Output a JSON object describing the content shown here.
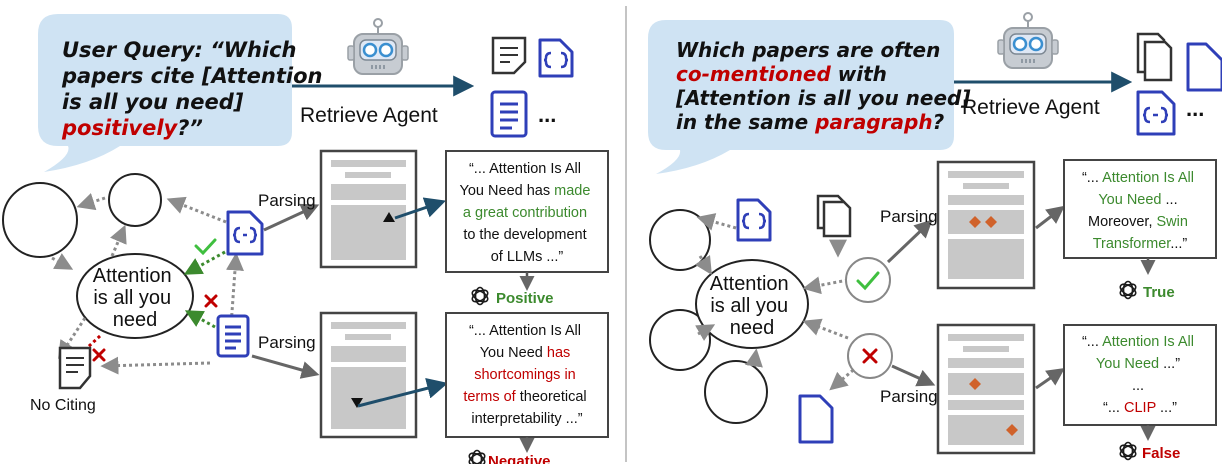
{
  "left": {
    "query": {
      "line1": "User Query: “Which",
      "line2": "papers cite [Attention",
      "line3": "is all you need]",
      "line4_em": "positively",
      "line4_rest": "?”"
    },
    "agent_label": "Retrieve Agent",
    "ellipsis": "...",
    "center_node": {
      "line1": "Attention",
      "line2": "is all you",
      "line3": "need"
    },
    "no_citing": "No Citing",
    "parsing_top": "Parsing",
    "parsing_bottom": "Parsing",
    "quote_top": {
      "l1": "“... Attention Is All",
      "l2a": "You Need has ",
      "l2b": "made",
      "l3": "a great contribution",
      "l4": "to the development",
      "l5": "of LLMs ...”"
    },
    "quote_bottom": {
      "l1": "“... Attention Is All",
      "l2a": "You Need ",
      "l2b": "has",
      "l3": "shortcomings in",
      "l4a": "terms of",
      "l4b": " theoretical",
      "l5": "interpretability ...”"
    },
    "verdict_top": "Positive",
    "verdict_bottom": "Negative"
  },
  "right": {
    "query": {
      "line1": "Which papers are often",
      "line2a": "co-mentioned",
      "line2b": " with",
      "line3": "[Attention is all you need]",
      "line4a": "in the same ",
      "line4b": "paragraph",
      "line4c": "?"
    },
    "agent_label": "Retrieve Agent",
    "ellipsis": "...",
    "center_node": {
      "line1": "Attention",
      "line2": "is all you",
      "line3": "need"
    },
    "parsing_top": "Parsing",
    "parsing_bottom": "Parsing",
    "quote_top": {
      "l1a": "“... ",
      "l1b": "Attention Is All",
      "l2": "You Need",
      "l2b": " ...",
      "l3": "Moreover, ",
      "l3b": "Swin",
      "l4": "Transformer",
      "l4b": "...”"
    },
    "quote_bottom": {
      "l1a": "“... ",
      "l1b": "Attention Is All",
      "l2": "You Need",
      "l2b": " ...”",
      "l3": "...",
      "l4a": "“... ",
      "l4b": "CLIP",
      "l4c": " ...”"
    },
    "verdict_top": "True",
    "verdict_bottom": "False"
  },
  "colors": {
    "bubble": "#cfe3f3",
    "arrow_dark": "#1f4e6b",
    "doc_blue": "#2f3fb8",
    "green": "#3c8a2e",
    "red": "#c00000",
    "orange": "#d0622b",
    "gray": "#8c8c8c"
  }
}
